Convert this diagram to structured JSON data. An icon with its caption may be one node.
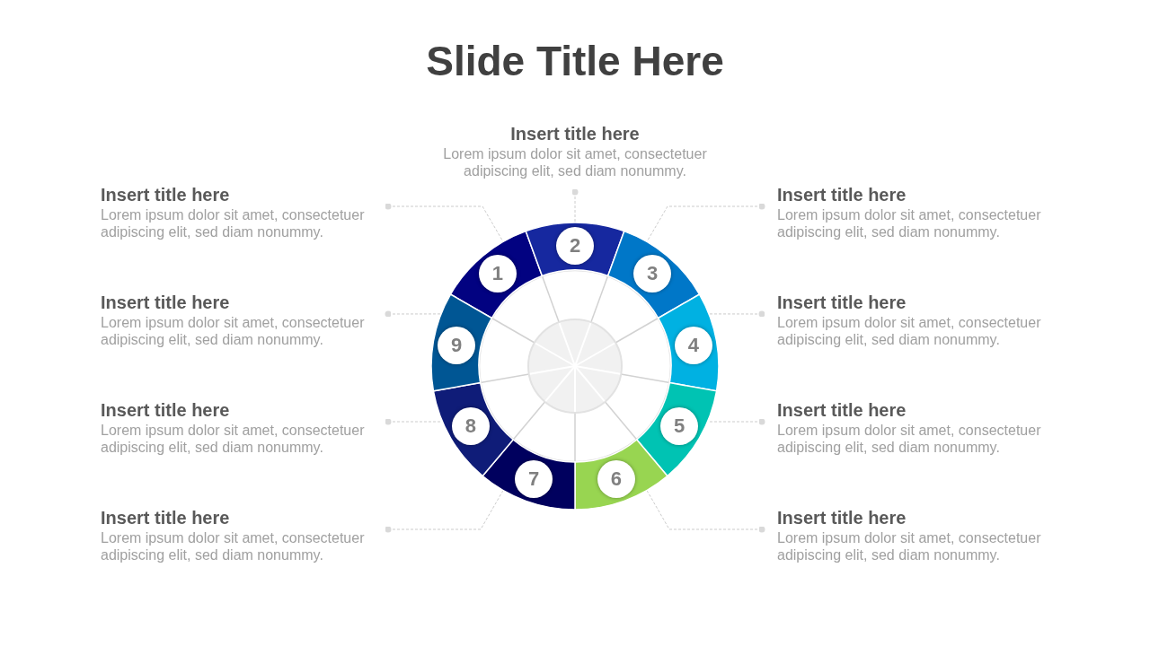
{
  "diagram": {
    "title": "Slide Title Here",
    "nodes": [
      {
        "text": [
          "Insert title here",
          "Lorem ipsum dolor sit amet, consectetuer adipiscing elit, sed diam nonummy."
        ]
      },
      {
        "text": [
          "Insert title here",
          "Lorem ipsum dolor sit amet, consectetuer adipiscing elit, sed diam nonummy."
        ]
      },
      {
        "text": [
          "Insert title here",
          "Lorem ipsum dolor sit amet, consectetuer adipiscing elit, sed diam nonummy."
        ]
      },
      {
        "text": [
          "Insert title here",
          "Lorem ipsum dolor sit amet, consectetuer adipiscing elit, sed diam nonummy."
        ]
      },
      {
        "text": [
          "Insert title here",
          "Lorem ipsum dolor sit amet, consectetuer adipiscing elit, sed diam nonummy."
        ]
      },
      {
        "text": [
          "Insert title here",
          "Lorem ipsum dolor sit amet, consectetuer adipiscing elit, sed diam nonummy."
        ]
      },
      {
        "text": [
          "Insert title here",
          "Lorem ipsum dolor sit amet, consectetuer adipiscing elit, sed diam nonummy."
        ]
      },
      {
        "text": [
          "Insert title here",
          "Lorem ipsum dolor sit amet, consectetuer adipiscing elit, sed diam nonummy."
        ]
      },
      {
        "text": [
          "Insert title here",
          "Lorem ipsum dolor sit amet, consectetuer adipiscing elit, sed diam nonummy."
        ]
      },
      {
        "text": [
          "1"
        ]
      },
      {
        "text": [
          "2"
        ]
      },
      {
        "text": [
          "3"
        ]
      },
      {
        "text": [
          "4"
        ]
      },
      {
        "text": [
          "5"
        ]
      },
      {
        "text": [
          "6"
        ]
      },
      {
        "text": [
          "7"
        ]
      },
      {
        "text": [
          "8"
        ]
      },
      {
        "text": [
          "9"
        ]
      }
    ],
    "edges": [
      {
        "from": 0,
        "to": 10,
        "arrow": "other",
        "style": "dashed"
      },
      {
        "from": 1,
        "to": 9,
        "arrow": "other",
        "style": "dashed"
      },
      {
        "from": 2,
        "to": 11,
        "arrow": "other",
        "style": "dashed"
      },
      {
        "from": 3,
        "to": 17,
        "arrow": "other",
        "style": "dashed"
      },
      {
        "from": 4,
        "to": 12,
        "arrow": "other",
        "style": "dashed"
      },
      {
        "from": 5,
        "to": 16,
        "arrow": "other",
        "style": "dashed"
      },
      {
        "from": 6,
        "to": 13,
        "arrow": "other",
        "style": "dashed"
      },
      {
        "from": 7,
        "to": 15,
        "arrow": "other",
        "style": "dashed"
      },
      {
        "from": 8,
        "to": 14,
        "arrow": "other",
        "style": "dashed"
      }
    ]
  }
}
